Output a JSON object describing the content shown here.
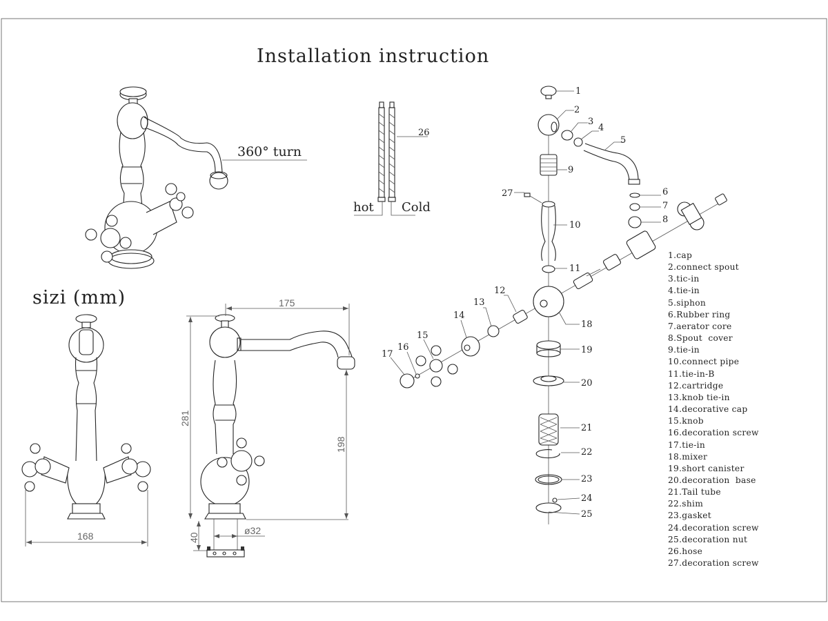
{
  "title": "Installation instruction",
  "perspective_view": {
    "annotation": "360° turn"
  },
  "size_section": {
    "heading": "sizi (mm)"
  },
  "dimensions": {
    "front_width": "168",
    "side_reach": "175",
    "total_height": "281",
    "spout_height": "198",
    "shank_length": "40",
    "shank_diameter": "ø32"
  },
  "hoses": {
    "callout": "26",
    "hot_label": "hot",
    "cold_label": "Cold"
  },
  "callouts": [
    "1",
    "2",
    "3",
    "4",
    "5",
    "6",
    "7",
    "8",
    "9",
    "10",
    "11",
    "12",
    "13",
    "14",
    "15",
    "16",
    "17",
    "18",
    "19",
    "20",
    "21",
    "22",
    "23",
    "24",
    "25",
    "27"
  ],
  "parts_list": [
    {
      "number": "1",
      "name": "cap"
    },
    {
      "number": "2",
      "name": "connect spout"
    },
    {
      "number": "3",
      "name": "tic-in"
    },
    {
      "number": "4",
      "name": "tie-in"
    },
    {
      "number": "5",
      "name": "siphon"
    },
    {
      "number": "6",
      "name": "Rubber ring"
    },
    {
      "number": "7",
      "name": "aerator core"
    },
    {
      "number": "8",
      "name": "Spout  cover"
    },
    {
      "number": "9",
      "name": "tie-in"
    },
    {
      "number": "10",
      "name": "connect pipe"
    },
    {
      "number": "11",
      "name": "tie-in-B"
    },
    {
      "number": "12",
      "name": "cartridge"
    },
    {
      "number": "13",
      "name": "knob tie-in"
    },
    {
      "number": "14",
      "name": "decorative cap"
    },
    {
      "number": "15",
      "name": "knob"
    },
    {
      "number": "16",
      "name": "decoration screw"
    },
    {
      "number": "17",
      "name": "tie-in"
    },
    {
      "number": "18",
      "name": "mixer"
    },
    {
      "number": "19",
      "name": "short canister"
    },
    {
      "number": "20",
      "name": "decoration  base"
    },
    {
      "number": "21",
      "name": "Tail tube"
    },
    {
      "number": "22",
      "name": "shim"
    },
    {
      "number": "23",
      "name": "gasket"
    },
    {
      "number": "24",
      "name": "decoration screw"
    },
    {
      "number": "25",
      "name": "decoration nut"
    },
    {
      "number": "26",
      "name": "hose"
    },
    {
      "number": "27",
      "name": "decoration screw"
    }
  ]
}
